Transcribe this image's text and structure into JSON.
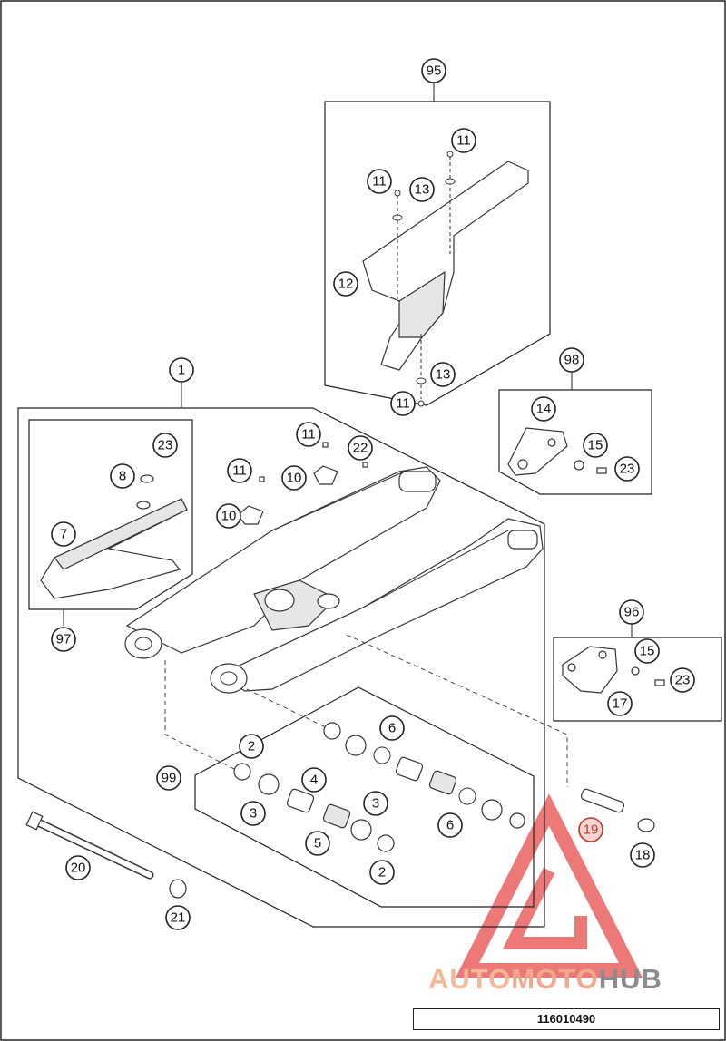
{
  "drawing_number": "116010490",
  "watermark": {
    "part1": "AUTO",
    "part2": "MOTO",
    "part3": "HUB",
    "color_triangle": "#e84c4c",
    "color_text_light": "#f5b896",
    "color_text_grey": "#8c8c8c"
  },
  "callouts": [
    {
      "id": "c95",
      "label": "95"
    },
    {
      "id": "c11a",
      "label": "11"
    },
    {
      "id": "c11b",
      "label": "11"
    },
    {
      "id": "c13a",
      "label": "13"
    },
    {
      "id": "c12",
      "label": "12"
    },
    {
      "id": "c13b",
      "label": "13"
    },
    {
      "id": "c11c",
      "label": "11"
    },
    {
      "id": "c98",
      "label": "98"
    },
    {
      "id": "c14",
      "label": "14"
    },
    {
      "id": "c15a",
      "label": "15"
    },
    {
      "id": "c23a",
      "label": "23"
    },
    {
      "id": "c1",
      "label": "1"
    },
    {
      "id": "c23b",
      "label": "23"
    },
    {
      "id": "c8",
      "label": "8"
    },
    {
      "id": "c7",
      "label": "7"
    },
    {
      "id": "c97",
      "label": "97"
    },
    {
      "id": "c11d",
      "label": "11"
    },
    {
      "id": "c22",
      "label": "22"
    },
    {
      "id": "c11e",
      "label": "11"
    },
    {
      "id": "c10a",
      "label": "10"
    },
    {
      "id": "c10b",
      "label": "10"
    },
    {
      "id": "c96",
      "label": "96"
    },
    {
      "id": "c15b",
      "label": "15"
    },
    {
      "id": "c23c",
      "label": "23"
    },
    {
      "id": "c17",
      "label": "17"
    },
    {
      "id": "c6a",
      "label": "6"
    },
    {
      "id": "c2a",
      "label": "2"
    },
    {
      "id": "c99",
      "label": "99"
    },
    {
      "id": "c4",
      "label": "4"
    },
    {
      "id": "c3a",
      "label": "3"
    },
    {
      "id": "c3b",
      "label": "3"
    },
    {
      "id": "c5",
      "label": "5"
    },
    {
      "id": "c6b",
      "label": "6"
    },
    {
      "id": "c2b",
      "label": "2"
    },
    {
      "id": "c19",
      "label": "19"
    },
    {
      "id": "c18",
      "label": "18"
    },
    {
      "id": "c20",
      "label": "20"
    },
    {
      "id": "c21",
      "label": "21"
    }
  ]
}
